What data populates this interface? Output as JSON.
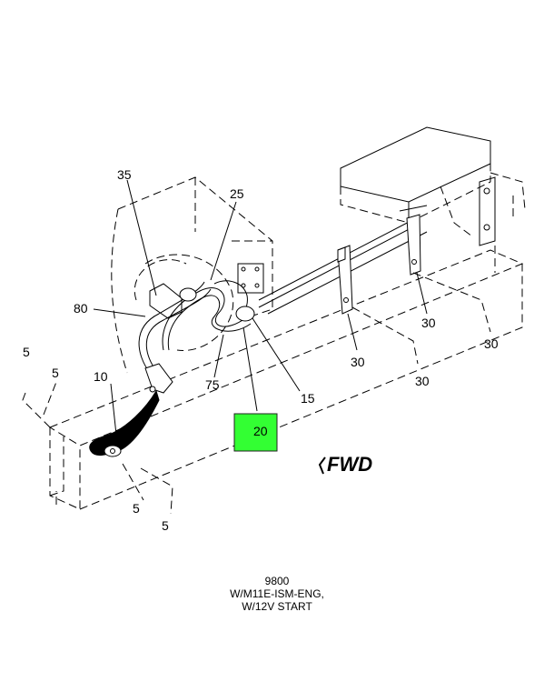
{
  "diagram": {
    "callouts": {
      "c35": "35",
      "c25": "25",
      "c80": "80",
      "c5a": "5",
      "c5b": "5",
      "c10": "10",
      "c75": "75",
      "c15": "15",
      "c20": "20",
      "c30a": "30",
      "c30b": "30",
      "c30c": "30",
      "c30d": "30",
      "c5c": "5",
      "c5d": "5"
    },
    "highlight_color": "#33ff33",
    "fwd_label": "FWD"
  },
  "caption": {
    "line1": "9800",
    "line2": "W/M11E-ISM-ENG,",
    "line3": "W/12V START"
  }
}
